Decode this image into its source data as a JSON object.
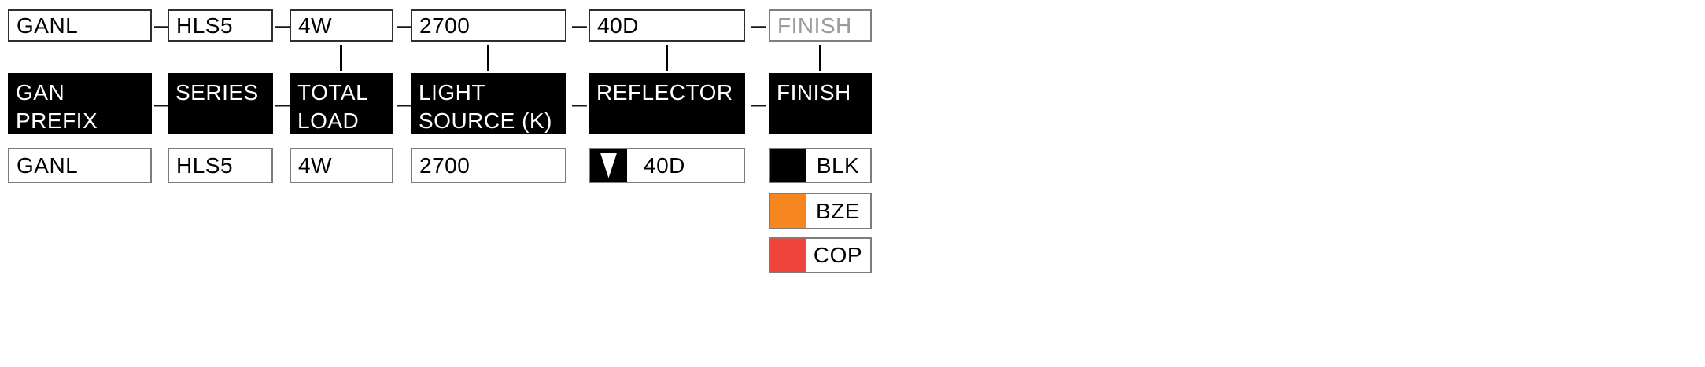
{
  "separator_dash": "–",
  "columns": [
    {
      "id": "gan_prefix",
      "code": "GANL",
      "label": "GAN\nPREFIX",
      "value": "GANL"
    },
    {
      "id": "series",
      "code": "HLS5",
      "label": "SERIES",
      "value": "HLS5"
    },
    {
      "id": "total_load",
      "code": "4W",
      "label": "TOTAL\nLOAD",
      "value": "4W"
    },
    {
      "id": "light_source",
      "code": "2700",
      "label": "LIGHT\nSOURCE (K)",
      "value": "2700"
    },
    {
      "id": "reflector",
      "code": "40D",
      "label": "REFLECTOR",
      "value": "40D"
    },
    {
      "id": "finish",
      "code": "FINISH",
      "label": "FINISH",
      "value": ""
    }
  ],
  "reflector_dropdown": {
    "selected": "40D",
    "icon": "dropdown-arrow-icon"
  },
  "finish_options": [
    {
      "code": "BLK",
      "swatch_color": "#000000"
    },
    {
      "code": "BZE",
      "swatch_color": "#F6861F"
    },
    {
      "code": "COP",
      "swatch_color": "#EF453C"
    }
  ],
  "colors": {
    "label_bg": "#000000",
    "label_text": "#ffffff",
    "placeholder_text": "#9b9b9b"
  }
}
